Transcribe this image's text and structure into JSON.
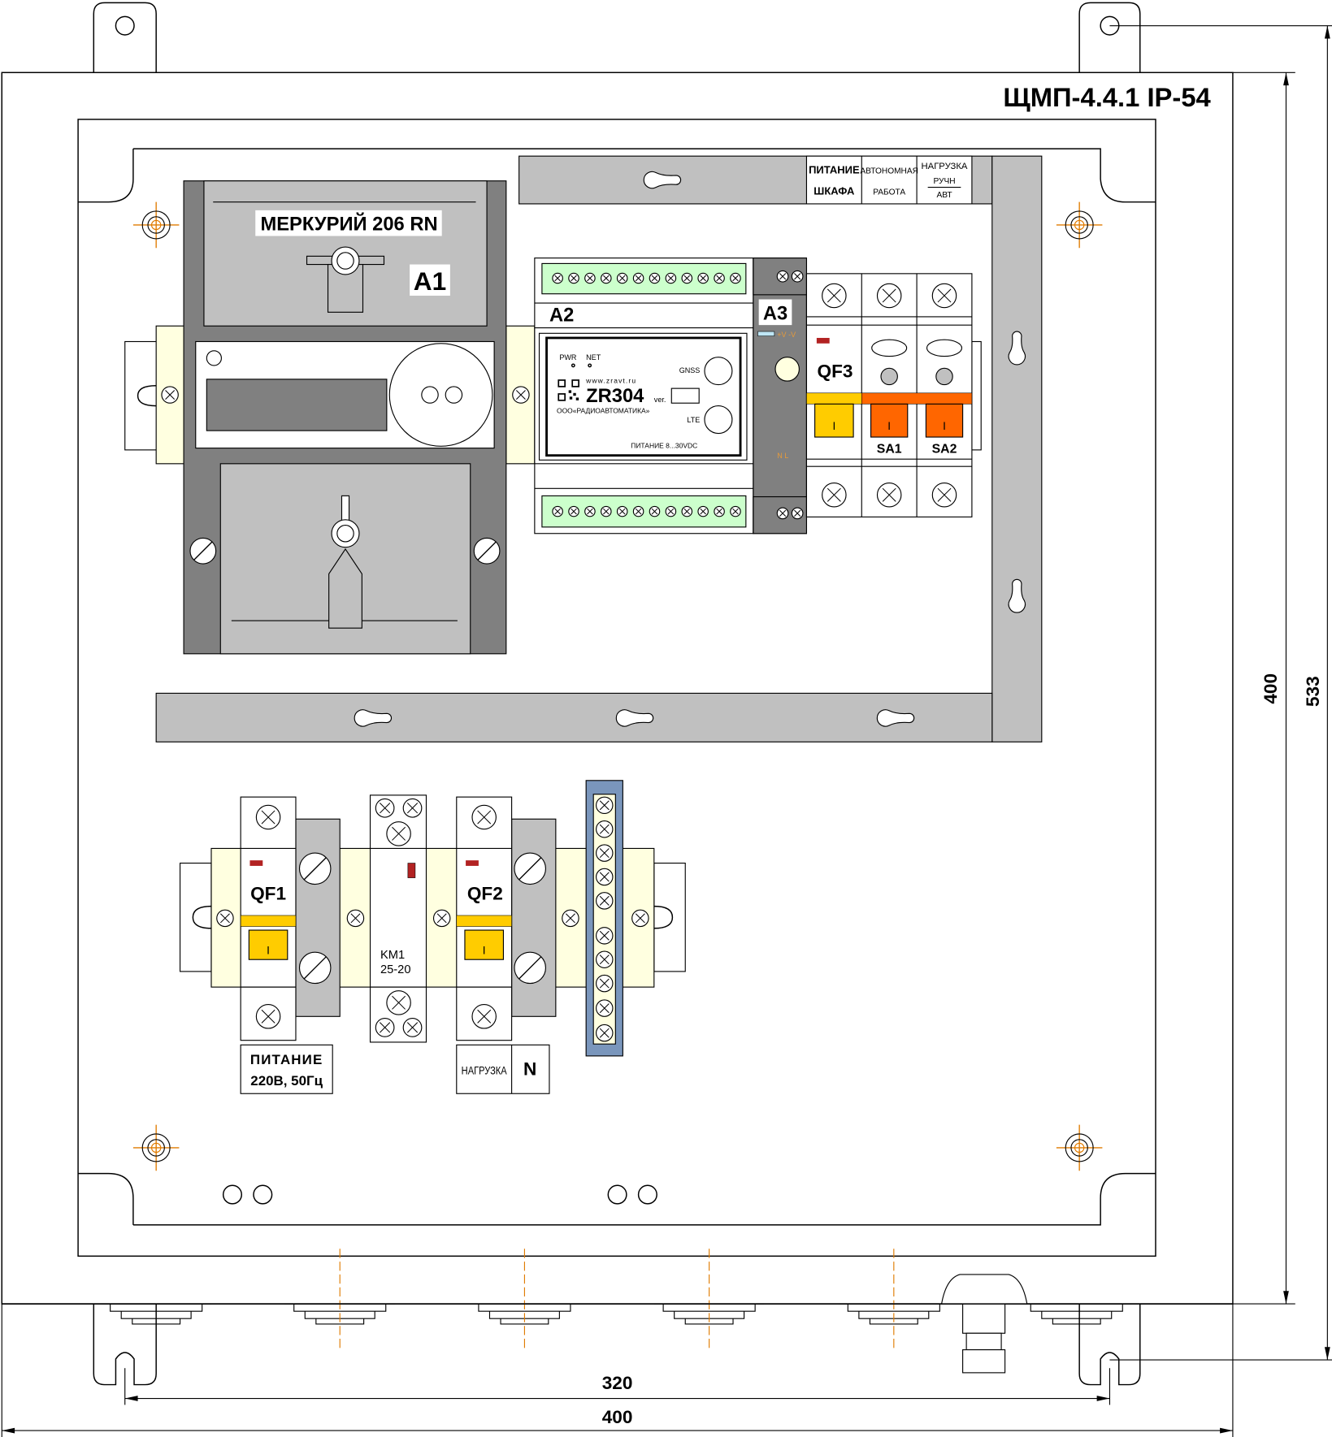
{
  "title": "ЩМП-4.4.1 IP-54",
  "label_panel": {
    "cell1_line1": "ПИТАНИЕ",
    "cell1_line2": "ШКАФА",
    "cell2_line1": "АВТОНОМНАЯ",
    "cell2_line2": "РАБОТА",
    "cell3_line1": "НАГРУЗКА",
    "cell3_line2": "РУЧН",
    "cell3_line3": "АВТ"
  },
  "meter": {
    "name": "МЕРКУРИЙ 206 RN",
    "designator": "A1"
  },
  "controller": {
    "designator": "A2",
    "pwr": "PWR",
    "net": "NET",
    "url": "www.zravt.ru",
    "model": "ZR304",
    "ver": "ver.",
    "maker": "ООО«РАДИОАВТОМАТИКА»",
    "gnss": "GNSS",
    "lte": "LTE",
    "power": "ПИТАНИЕ 8...30VDC"
  },
  "psu": {
    "designator": "A3",
    "out": "+V -V",
    "in": "N  L"
  },
  "modules": {
    "qf3": "QF3",
    "sa1": "SA1",
    "sa2": "SA2",
    "handle_mark": "I"
  },
  "lower": {
    "qf1": "QF1",
    "qf2": "QF2",
    "km1_line1": "KM1",
    "km1_line2": "25-20",
    "supply_line1": "ПИТАНИЕ",
    "supply_line2": "220В, 50Гц",
    "load": "НАГРУЗКА",
    "neutral": "N"
  },
  "dimensions": {
    "mount_width": "320",
    "total_width": "400",
    "mount_height": "400",
    "total_height": "533"
  },
  "colors": {
    "gray_dark": "#808080",
    "gray_light": "#c0c0c0",
    "cream": "#ffffe0",
    "green": "#ccffcc",
    "yellow": "#ffcc00",
    "orange": "#ff6600",
    "blue": "#7a96bc",
    "indicator_red": "#b22222"
  }
}
